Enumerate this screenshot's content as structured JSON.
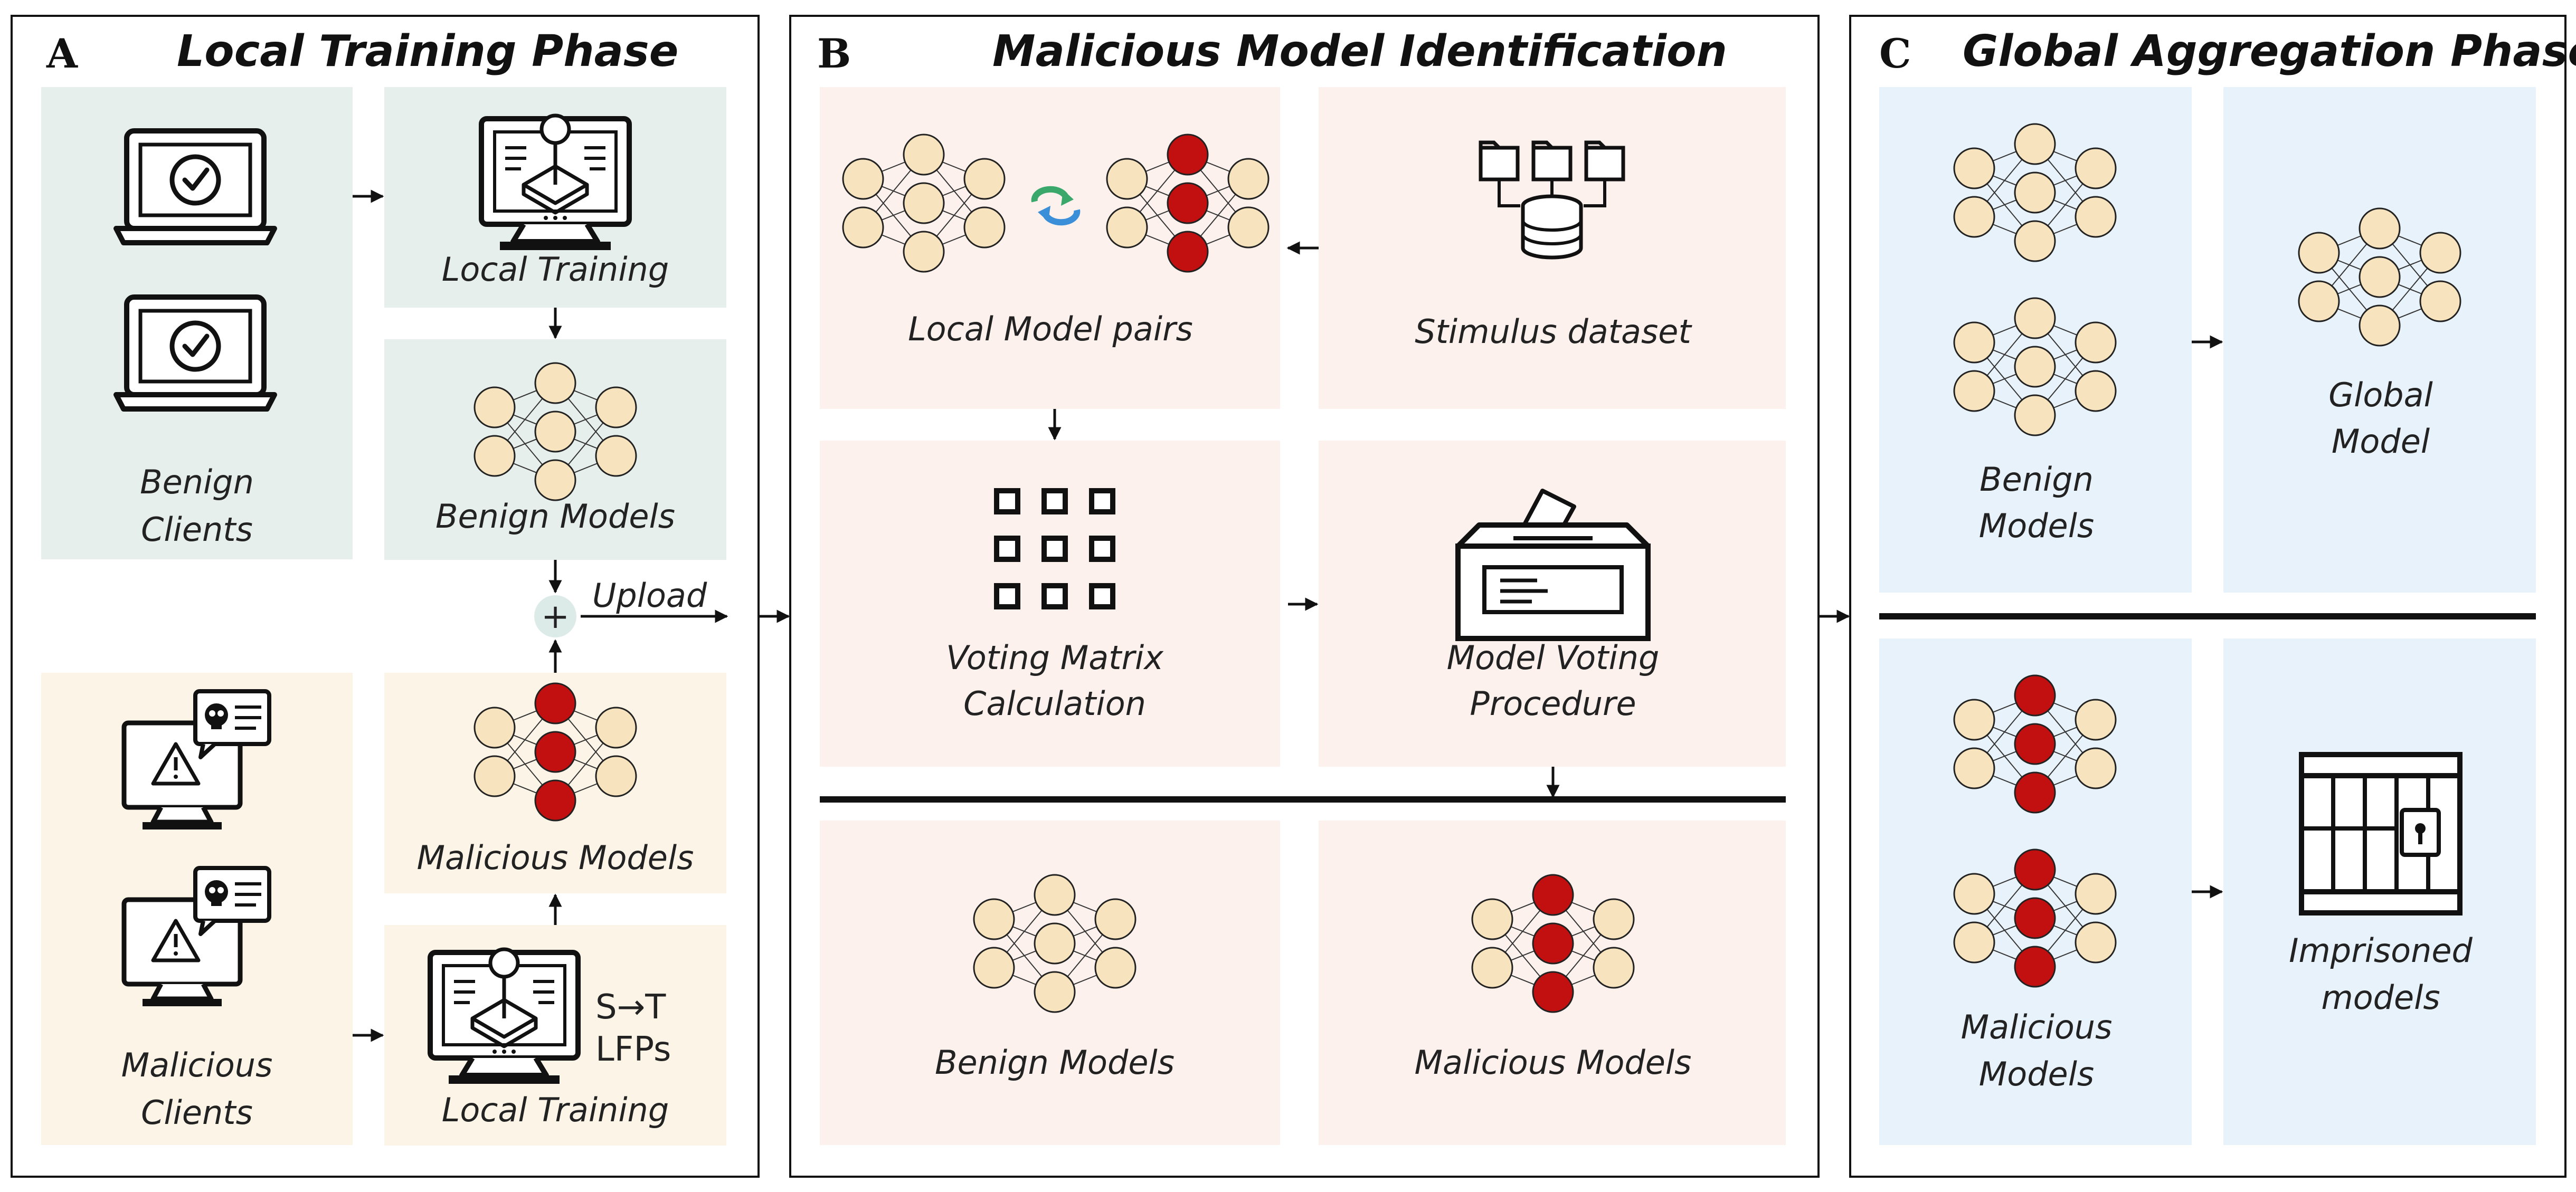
{
  "panels": {
    "a": {
      "letter": "A",
      "title": "Local Training Phase"
    },
    "b": {
      "letter": "B",
      "title": "Malicious Model Identification"
    },
    "c": {
      "letter": "C",
      "title": "Global Aggregation Phase"
    }
  },
  "panel_a": {
    "benign_clients": [
      "Benign",
      "Clients"
    ],
    "local_training_top": "Local Training",
    "benign_models": "Benign Models",
    "upload": "Upload",
    "plus": "+",
    "malicious_models": "Malicious Models",
    "malicious_clients": [
      "Malicious",
      "Clients"
    ],
    "local_training_bottom": "Local Training",
    "attack_label": [
      "S→T",
      "LFPs"
    ]
  },
  "panel_b": {
    "local_model_pairs": "Local Model pairs",
    "stimulus_dataset": "Stimulus dataset",
    "voting_matrix": [
      "Voting Matrix",
      "Calculation"
    ],
    "model_voting": [
      "Model Voting",
      "Procedure"
    ],
    "benign_models": "Benign Models",
    "malicious_models": "Malicious Models"
  },
  "panel_c": {
    "benign_models": [
      "Benign",
      "Models"
    ],
    "global_model": [
      "Global",
      "Model"
    ],
    "malicious_models": [
      "Malicious",
      "Models"
    ],
    "imprisoned_models": [
      "Imprisoned",
      "models"
    ]
  },
  "colors": {
    "green_box": "#e6efec",
    "yellow_box": "#fcf4e6",
    "pink_box": "#fcf1ed",
    "blue_box": "#e8f2fa",
    "node_fill": "#f7e4be",
    "malicious_node": "#c20f0f",
    "plus_circle": "#ddebe8",
    "ink": "#111111"
  },
  "icons": [
    "laptop-check-icon",
    "monitor-training-icon",
    "monitor-skull-warning-icon",
    "database-folders-icon",
    "swap-arrows-icon",
    "ballot-box-icon",
    "grid-matrix-icon",
    "jail-cell-icon"
  ]
}
